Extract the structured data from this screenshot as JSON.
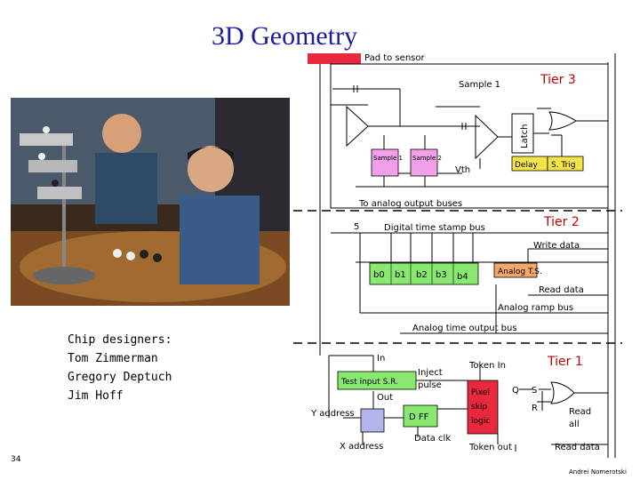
{
  "slide": {
    "title": "3D Geometry",
    "page_number": "34",
    "author": "Andrei Nomerotski",
    "credits": [
      "Chip designers:",
      "Tom Zimmerman",
      "Gregory Deptuch",
      "Jim Hoff"
    ]
  },
  "schematic": {
    "pad_label": "Pad to sensor",
    "tier3": {
      "tier": "Tier 3",
      "sample1_switch": "Sample 1",
      "latch": "Latch",
      "sample1_box": "Sample 1",
      "sample2_box": "Sample 2",
      "vth": "Vth",
      "delay": "Delay",
      "strig": "S. Trig",
      "bus": "To analog output buses"
    },
    "tier2": {
      "tier": "Tier 2",
      "bus_width": "5",
      "digital_bus": "Digital time stamp bus",
      "write_data": "Write data",
      "bits": [
        "b0",
        "b1",
        "b2",
        "b3",
        "b4"
      ],
      "analog_ts": "Analog T.S.",
      "read_data": "Read data",
      "analog_ramp": "Analog ramp bus",
      "analog_out": "Analog time output bus"
    },
    "tier1": {
      "tier": "Tier 1",
      "in": "In",
      "test_input": "Test input S.R.",
      "inject": "Inject",
      "pulse": "pulse",
      "out": "Out",
      "token_in": "Token In",
      "pixel": "Pixel",
      "skip": "skip",
      "logic": "logic",
      "q": "Q",
      "s": "S",
      "r": "R",
      "read": "Read",
      "all": "all",
      "y_address": "Y address",
      "dff": "D FF",
      "x_address": "X address",
      "data_clk": "Data clk",
      "token_out": "Token out",
      "read_data": "Read data"
    }
  },
  "colors": {
    "title": "#1c1c9e",
    "tier_label": "#c00000",
    "pink_box": "#f0a0e8",
    "yellow_box": "#f4e44a",
    "green_box": "#88e870",
    "red_block": "#e8283c",
    "orange_box": "#f4a868",
    "blue_box": "#b4b4ec"
  }
}
